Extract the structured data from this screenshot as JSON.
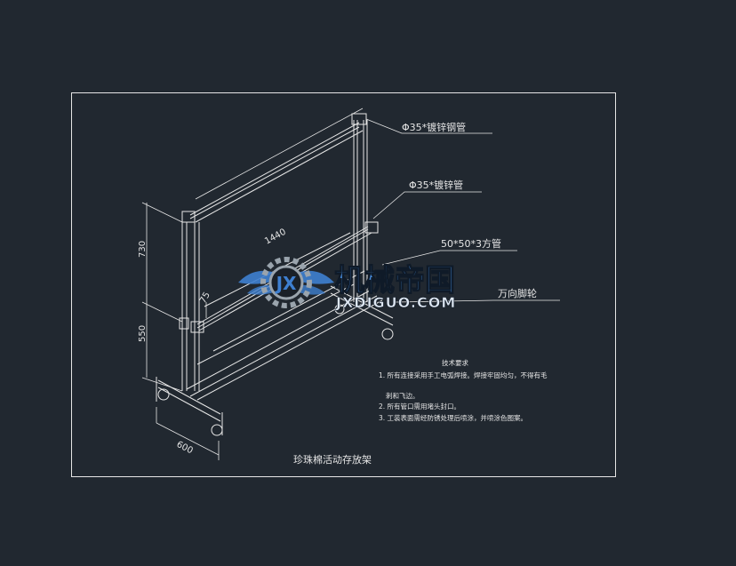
{
  "colors": {
    "background": "#212830",
    "line": "#e6e6e6",
    "logo_blue": "#3e7fd0",
    "logo_text": "#4a90e2",
    "logo_url": "#dfe8f3"
  },
  "labels": {
    "top_pipe": "Φ35*镀锌钢管",
    "mid_pipe": "Φ35*镀锌管",
    "square_tube": "50*50*3方管",
    "caster": "万向脚轮",
    "dim_length": "1440",
    "dim_upper_height": "730",
    "dim_lower_height": "550",
    "dim_offset": "75",
    "dim_width": "600"
  },
  "notes": {
    "heading": "技术要求",
    "line1": "1. 所有连接采用手工电弧焊接。焊接牢固均匀，不得有毛",
    "line1b": "刺和飞边。",
    "line2": "2. 所有管口需用堵头封口。",
    "line3": "3. 工装表面需经防锈处理后喷涂，并喷涂色图案。"
  },
  "title": "珍珠棉活动存放架",
  "watermark": {
    "icon": "gear-wings-logo-icon",
    "badge": "JX",
    "name": "机械帝国",
    "url": "JXDIGUO.COM"
  }
}
